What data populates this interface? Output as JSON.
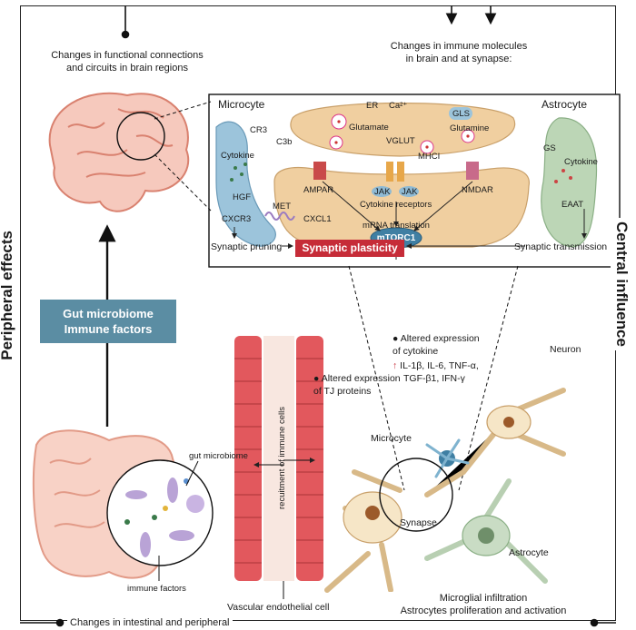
{
  "side_labels": {
    "left": "Peripheral effects",
    "right": "Central influence"
  },
  "top_left_caption": "Changes in functional connections\nand circuits in brain regions",
  "top_right_caption": "Changes in immune molecules\nin brain and at synapse:",
  "bottom_left_caption": "Changes in intestinal and peripheral",
  "bottom_right_caption": "Microglial infiltration\nAstrocytes proliferation and activation",
  "gut_box": {
    "line1": "Gut microbiome",
    "line2": "Immune factors"
  },
  "synapse_panel": {
    "microcyte_title": "Microcyte",
    "astrocyte_title": "Astrocyte",
    "labels": {
      "er": "ER",
      "ca": "Ca²⁺",
      "gls": "GLS",
      "glutamate": "Glutamate",
      "glutamine": "Glutamine",
      "vglut": "VGLUT",
      "mhci": "MHCI",
      "cr3": "CR3",
      "c3b": "C3b",
      "cytokine_left": "Cytokine",
      "cytokine_right": "Cytokine",
      "gs": "GS",
      "hgf": "HGF",
      "met": "MET",
      "ampar": "AMPAR",
      "nmdar": "NMDAR",
      "jak1": "JAK",
      "jak2": "JAK",
      "cytokine_receptors": "Cytokine receptors",
      "eaat": "EAAT",
      "cxcr3": "CXCR3",
      "cxcl1": "CXCL1",
      "mtorc1": "mTORC1",
      "mrna": "mRNA translation",
      "pruning": "Synaptic pruning",
      "plasticity": "Synaptic plasticity",
      "transmission": "Synaptic transmission"
    }
  },
  "lower": {
    "gut_microbiome": "gut microbiome",
    "immune_factors": "immune factors",
    "tj_text": "Altered expression\nof TJ proteins",
    "recruitment": "recuitment of immune cells",
    "vascular": "Vascular endothelial cell",
    "cytokine_expr": "Altered expression\nof cytokine",
    "cytokine_list1": "IL-1β, IL-6, TNF-α,",
    "cytokine_list2": "TGF-β1, IFN-γ",
    "neuron": "Neuron",
    "microcyte": "Microcyte",
    "synapse": "Synapse",
    "astrocyte": "Astrocyte"
  },
  "colors": {
    "gut_box": "#5b8da3",
    "plasticity": "#c62c38",
    "brain": "#e89a8a",
    "vessel": "#d9474d",
    "neuron_body": "#f3e3c0",
    "microcyte": "#7fb3cf",
    "astrocyte": "#a9c7a3"
  }
}
